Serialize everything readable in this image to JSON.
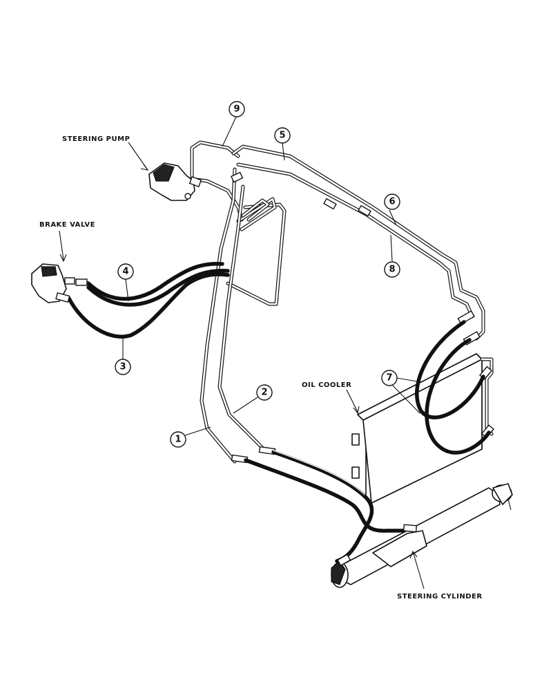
{
  "labels": {
    "steering_pump": "STEERING PUMP",
    "brake_valve": "BRAKE VALVE",
    "oil_cooler": "OIL COOLER",
    "steering_cylinder": "STEERING CYLINDER"
  },
  "callouts": {
    "c1": "1",
    "c2": "2",
    "c3": "3",
    "c4": "4",
    "c5": "5",
    "c6": "6",
    "c7": "7",
    "c8": "8",
    "c9": "9"
  }
}
